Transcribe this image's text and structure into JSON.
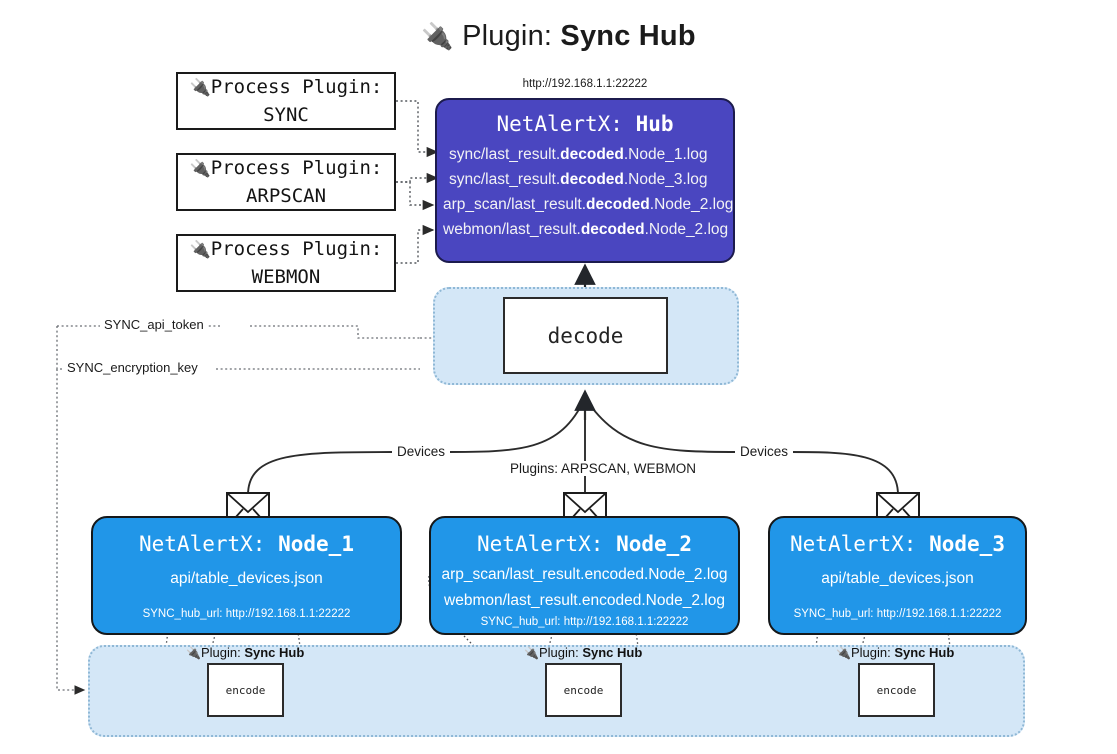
{
  "page": {
    "title_prefix": "Plugin:",
    "title_name": "Sync Hub",
    "plug_icon": "🔌"
  },
  "process_plugins": [
    {
      "line1": "Process Plugin:",
      "line2": "SYNC",
      "icon": "🔌"
    },
    {
      "line1": "Process Plugin:",
      "line2": "ARPSCAN",
      "icon": "🔌"
    },
    {
      "line1": "Process Plugin:",
      "line2": "WEBMON",
      "icon": "🔌"
    }
  ],
  "hub": {
    "url": "http://192.168.1.1:22222",
    "title_prefix": "NetAlertX:",
    "title_name": "Hub",
    "logs": [
      {
        "pre": "sync/last_result.",
        "mid": "decoded",
        "post": ".Node_1.log"
      },
      {
        "pre": "sync/last_result.",
        "mid": "decoded",
        "post": ".Node_3.log"
      },
      {
        "pre": "arp_scan/last_result.",
        "mid": "decoded",
        "post": ".Node_2.log"
      },
      {
        "pre": "webmon/last_result.",
        "mid": "decoded",
        "post": ".Node_2.log"
      }
    ]
  },
  "decode": {
    "label": "decode",
    "inputs": [
      {
        "label": "SYNC_api_token"
      },
      {
        "label": "SYNC_encryption_key"
      }
    ]
  },
  "edge_labels": {
    "devices_left": "Devices",
    "devices_right": "Devices",
    "plugins_center": "Plugins: ARPSCAN, WEBMON"
  },
  "nodes": [
    {
      "title_prefix": "NetAlertX:",
      "title_name": "Node_1",
      "lines": [
        "api/table_devices.json"
      ],
      "hub_url_label": "SYNC_hub_url: http://192.168.1.1:22222"
    },
    {
      "title_prefix": "NetAlertX:",
      "title_name": "Node_2",
      "lines": [
        "arp_scan/last_result.encoded.Node_2.log",
        "webmon/last_result.encoded.Node_2.log"
      ],
      "hub_url_label": "SYNC_hub_url: http://192.168.1.1:22222"
    },
    {
      "title_prefix": "NetAlertX:",
      "title_name": "Node_3",
      "lines": [
        "api/table_devices.json"
      ],
      "hub_url_label": "SYNC_hub_url: http://192.168.1.1:22222"
    }
  ],
  "encoders": [
    {
      "plugin_prefix": "Plugin:",
      "plugin_name": "Sync Hub",
      "icon": "🔌",
      "label": "encode"
    },
    {
      "plugin_prefix": "Plugin:",
      "plugin_name": "Sync Hub",
      "icon": "🔌",
      "label": "encode"
    },
    {
      "plugin_prefix": "Plugin:",
      "plugin_name": "Sync Hub",
      "icon": "🔌",
      "label": "encode"
    }
  ],
  "colors": {
    "hub_fill": "#4a46c0",
    "node_fill": "#2196e8",
    "container_fill": "#d4e7f7",
    "container_border": "#8fb8d6",
    "stroke": "#2b2b2b"
  }
}
